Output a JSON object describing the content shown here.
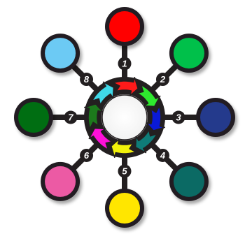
{
  "ring_segments": [
    {
      "color": "#ff1a1a"
    },
    {
      "color": "#2ee82e"
    },
    {
      "color": "#0a1ad8"
    },
    {
      "color": "#0f7c78"
    },
    {
      "color": "#f2f20a"
    },
    {
      "color": "#ff10d8"
    },
    {
      "color": "#1c7a1c"
    },
    {
      "color": "#3fd8e8"
    }
  ],
  "nodes": [
    {
      "number": "1",
      "color": "#ff0000"
    },
    {
      "number": "2",
      "color": "#00c04a"
    },
    {
      "number": "3",
      "color": "#243a8c"
    },
    {
      "number": "4",
      "color": "#0b6a64"
    },
    {
      "number": "5",
      "color": "#ffe600"
    },
    {
      "number": "6",
      "color": "#ec5aa4"
    },
    {
      "number": "7",
      "color": "#006e12"
    },
    {
      "number": "8",
      "color": "#6ccaf4"
    }
  ]
}
